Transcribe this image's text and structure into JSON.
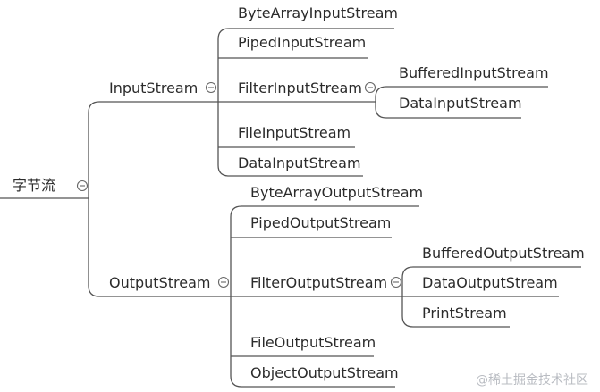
{
  "root": {
    "label": "字节流",
    "collapse_icon": "minus-circle-icon"
  },
  "input": {
    "label": "InputStream",
    "collapse_icon": "minus-circle-icon",
    "children": [
      "ByteArrayInputStream",
      "PipedInputStream",
      "FilterInputStream",
      "FileInputStream",
      "DataInputStream"
    ],
    "filter": {
      "collapse_icon": "minus-circle-icon",
      "children": [
        "BufferedInputStream",
        "DataInputStream"
      ]
    }
  },
  "output": {
    "label": "OutputStream",
    "collapse_icon": "minus-circle-icon",
    "children": [
      "ByteArrayOutputStream",
      "PipedOutputStream",
      "FilterOutputStream",
      "FileOutputStream",
      "ObjectOutputStream"
    ],
    "filter": {
      "collapse_icon": "minus-circle-icon",
      "children": [
        "BufferedOutputStream",
        "DataOutputStream",
        "PrintStream"
      ]
    }
  },
  "watermark": "@稀土掘金技术社区"
}
